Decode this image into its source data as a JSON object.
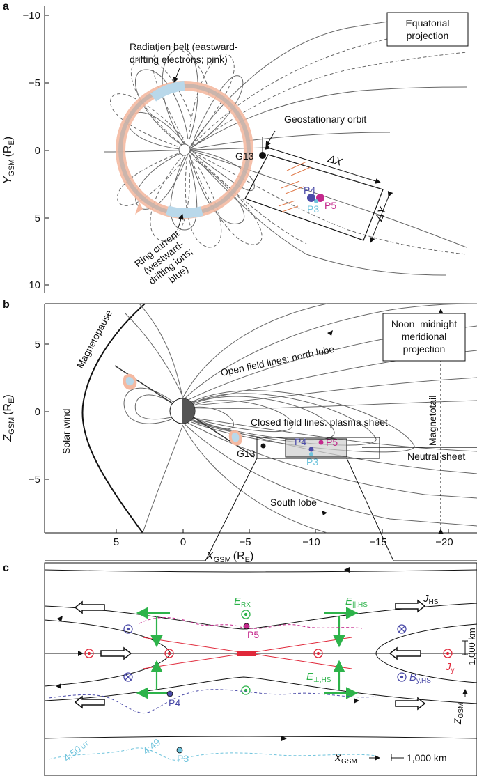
{
  "panels": {
    "a": {
      "letter": "a",
      "box_label": [
        "Equatorial",
        "projection"
      ],
      "y_axis_label": "Y",
      "y_axis_sub": "GSM",
      "y_axis_unit": "(R",
      "y_axis_unit_sub": "E",
      "y_axis_unit_close": ")",
      "y_ticks": [
        "−10",
        "−5",
        "0",
        "5",
        "10"
      ],
      "radiation_belt": [
        "Radiation belt (eastward-",
        "drifting electrons; pink)"
      ],
      "ring_current": [
        "Ring current",
        "(westward-",
        "drifting ions;",
        "blue)"
      ],
      "geo_orbit": "Geostationary orbit",
      "g13": "G13",
      "delta_x": "ΔX",
      "delta_y": "ΔY",
      "probes": {
        "p3": "P3",
        "p4": "P4",
        "p5": "P5"
      }
    },
    "b": {
      "letter": "b",
      "box_label": [
        "Noon–midnight",
        "meridional",
        "projection"
      ],
      "z_axis_label": "Z",
      "z_axis_sub": "GSM",
      "z_axis_unit": "(R",
      "z_axis_unit_sub": "E",
      "z_axis_unit_close": ")",
      "z_ticks": [
        "5",
        "0",
        "−5"
      ],
      "x_ticks": [
        "5",
        "0",
        "−5",
        "−10",
        "−15",
        "−20"
      ],
      "x_axis_label": "X",
      "x_axis_sub": "GSM",
      "x_axis_unit": "(R",
      "x_axis_unit_sub": "E",
      "x_axis_unit_close": ")",
      "magnetopause": "Magnetopause",
      "solar_wind": "Solar wind",
      "open_lines": "Open field lines: north lobe",
      "closed_lines": "Closed field lines: plasma sheet",
      "neutral_sheet": "Neutral sheet",
      "south_lobe": "South lobe",
      "magnetotail": "Magnetotail",
      "g13": "G13",
      "probes": {
        "p3": "P3",
        "p4": "P4",
        "p5": "P5"
      }
    },
    "c": {
      "letter": "c",
      "e_rx": "E",
      "e_rx_sub": "RX",
      "e_par": "E",
      "e_par_sub": "||,HS",
      "e_perp": "E",
      "e_perp_sub": "⊥,HS",
      "j_hs": "J",
      "j_hs_sub": "HS",
      "j_y": "J",
      "j_y_sub": "y",
      "b_y": "B",
      "b_y_sub": "y,HS",
      "z_gsm": "Z",
      "z_gsm_sub": "GSM",
      "x_gsm": "X",
      "x_gsm_sub": "GSM",
      "scale_v": "1,000 km",
      "scale_h": "1,000 km",
      "time_1": "4:50",
      "time_1_sub": "UT",
      "time_2": "4:49",
      "probes": {
        "p3": "P3",
        "p4": "P4",
        "p5": "P5"
      }
    }
  },
  "colors": {
    "pink": "#f4b9a1",
    "blue": "#b9d8ea",
    "p3": "#6ec3dc",
    "p4": "#4b4ba8",
    "p5": "#c4288c",
    "green": "#2db34a",
    "red": "#e0283a",
    "gray": "#666666"
  }
}
